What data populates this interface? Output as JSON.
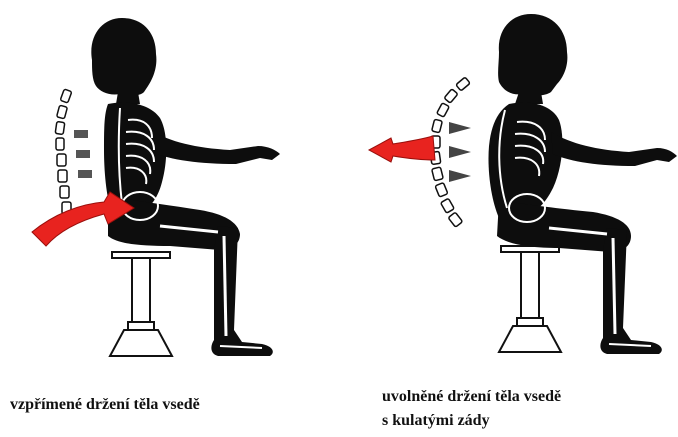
{
  "captions": {
    "upright": "vzpřímené držení těla vsedě",
    "relaxed_line1": "uvolněné držení těla vsedě",
    "relaxed_line2": "s kulatými zády"
  },
  "colors": {
    "silhouette": "#0d0d0d",
    "arrow": "#e8231f",
    "bone": "#ffffff",
    "stool": "#111111"
  },
  "icons": {
    "left": "upright-sitting-posture-figure",
    "right": "slouched-sitting-posture-figure"
  }
}
